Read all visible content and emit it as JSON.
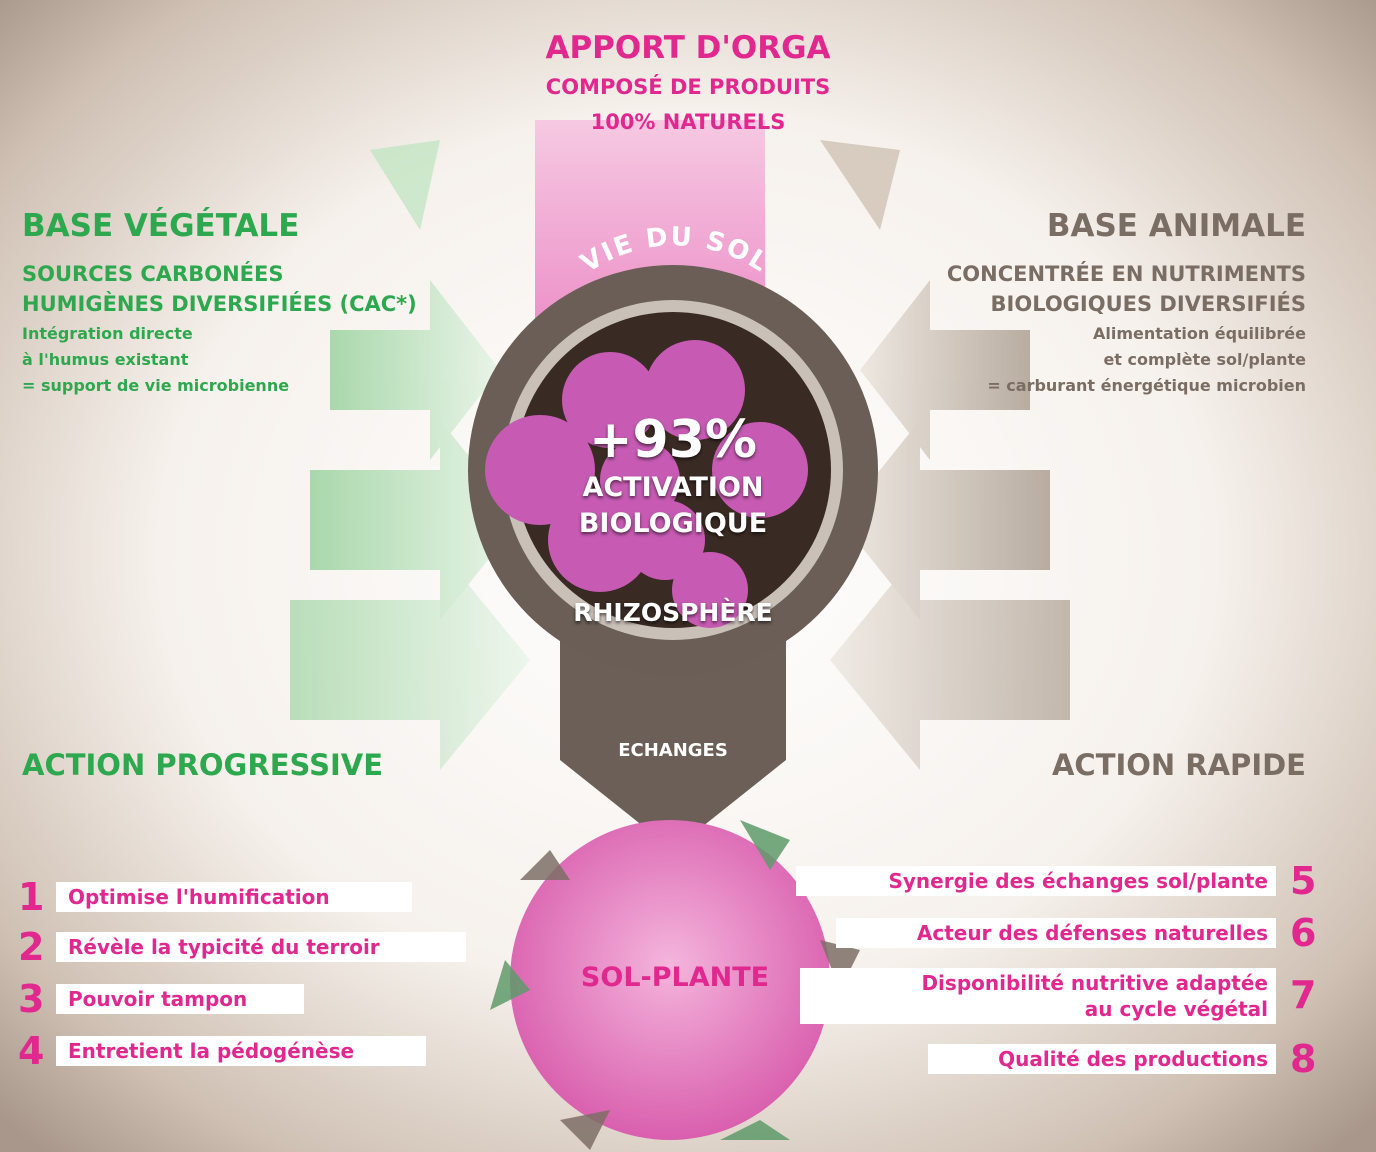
{
  "colors": {
    "pink": "#e0288f",
    "green": "#2ea84e",
    "brown": "#7a6d63",
    "dark": "#3a2a24",
    "ring": "#6a5e56"
  },
  "top": {
    "title": "APPORT D'ORGA",
    "line1": "COMPOSÉ DE PRODUITS",
    "line2": "100% NATURELS"
  },
  "left": {
    "title": "BASE VÉGÉTALE",
    "sub1": "SOURCES CARBONÉES",
    "sub2": "HUMIGÈNES DIVERSIFIÉES (CAC*)",
    "l1": "Intégration directe",
    "l2": "à l'humus existant",
    "l3": "= support de vie microbienne",
    "action": "ACTION PROGRESSIVE"
  },
  "right": {
    "title": "BASE ANIMALE",
    "sub1": "CONCENTRÉE EN NUTRIMENTS",
    "sub2": "BIOLOGIQUES DIVERSIFIÉS",
    "l1": "Alimentation équilibrée",
    "l2": "et complète sol/plante",
    "l3": "= carburant énergétique microbien",
    "action": "ACTION RAPIDE"
  },
  "center": {
    "ring_label": "VIE DU SOL",
    "percent": "+93%",
    "activation1": "ACTIVATION",
    "activation2": "BIOLOGIQUE",
    "rhizosphere": "RHIZOSPHÈRE",
    "echanges": "ECHANGES",
    "sol_plante": "SOL-PLANTE"
  },
  "items_left": [
    {
      "num": "1",
      "label": "Optimise l'humification"
    },
    {
      "num": "2",
      "label": "Révèle la typicité du terroir"
    },
    {
      "num": "3",
      "label": "Pouvoir tampon"
    },
    {
      "num": "4",
      "label": "Entretient la pédogénèse"
    }
  ],
  "items_right": [
    {
      "num": "5",
      "label": "Synergie des échanges sol/plante"
    },
    {
      "num": "6",
      "label": "Acteur des défenses naturelles"
    },
    {
      "num": "7",
      "label1": "Disponibilité nutritive adaptée",
      "label2": "au cycle végétal"
    },
    {
      "num": "8",
      "label": "Qualité des productions"
    }
  ]
}
